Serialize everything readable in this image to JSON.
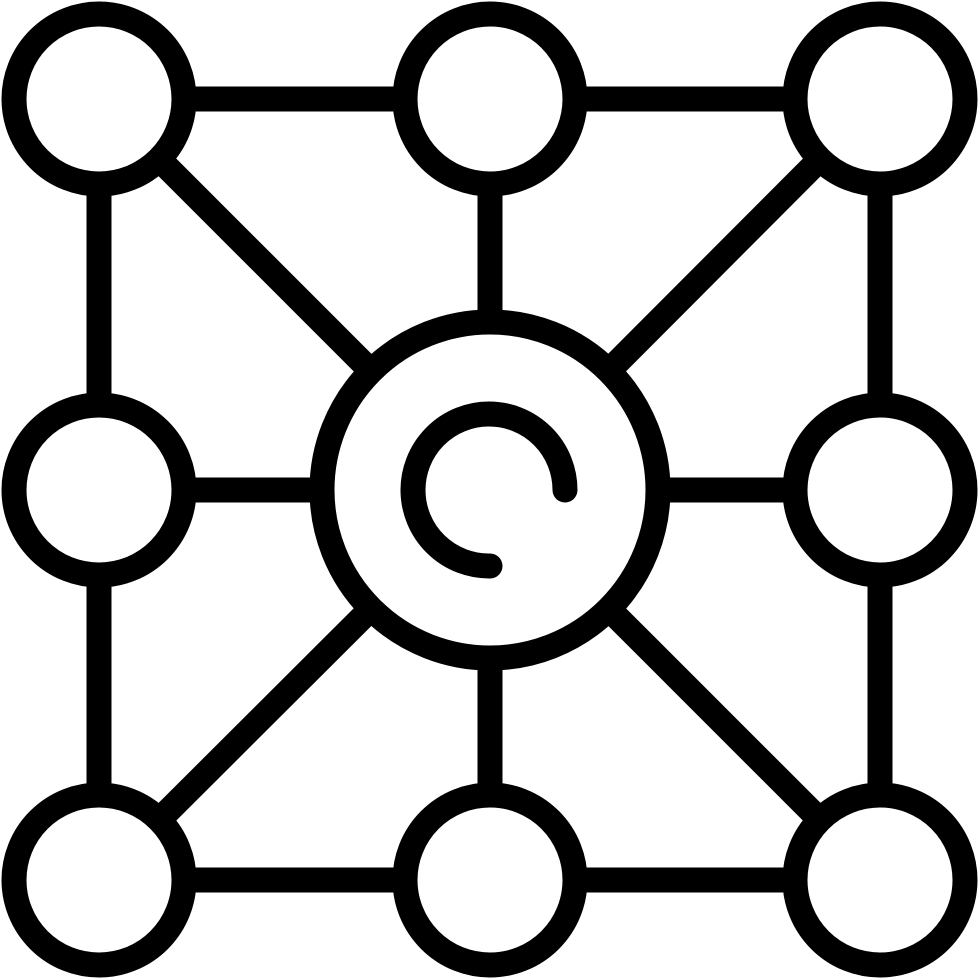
{
  "icon": {
    "name": "network-hub-icon",
    "stroke_color": "#000000",
    "background_color": "#ffffff",
    "nodes": [
      {
        "id": "top-left"
      },
      {
        "id": "top-center"
      },
      {
        "id": "top-right"
      },
      {
        "id": "middle-left"
      },
      {
        "id": "middle-right"
      },
      {
        "id": "bottom-left"
      },
      {
        "id": "bottom-center"
      },
      {
        "id": "bottom-right"
      }
    ],
    "hub": {
      "id": "center-hub",
      "glyph": "spiral-arc"
    }
  }
}
